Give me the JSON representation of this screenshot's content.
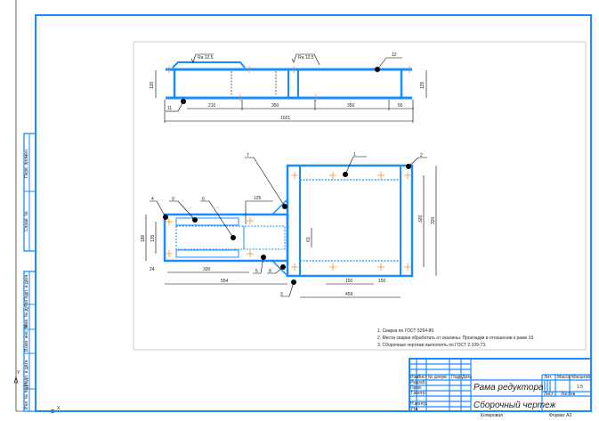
{
  "drawing": {
    "title": "Рама редуктора",
    "subtitle": "Сборочный чертеж",
    "sheet_label": "1:5",
    "notes": [
      "1. Сварка по ГОСТ 5264-80.",
      "2. Места сварки обработать от окалины. Прокладки в отношении к раме 10.",
      "3. Сборочные чертежи выполнять по ГОСТ 2.109-73."
    ],
    "top_view": {
      "roughness_1": "Ra 12.5",
      "roughness_2": "Ra 12.5",
      "dims": [
        "210",
        "350",
        "350",
        "55",
        "1021",
        "120",
        "125"
      ],
      "callouts": [
        "11",
        "12"
      ]
    },
    "plan_view": {
      "dims": [
        "125",
        "63",
        "330",
        "24",
        "554",
        "459",
        "150",
        "150",
        "320",
        "320",
        "180",
        "135"
      ],
      "callouts": [
        "1",
        "2",
        "3",
        "4",
        "5",
        "6",
        "7",
        "8",
        "9"
      ]
    },
    "title_block_headers": [
      "Изм.",
      "Лист",
      "№ докум.",
      "Подп.",
      "Дата",
      "Разраб.",
      "Пров.",
      "Т.контр.",
      "Н.контр.",
      "Утв.",
      "Лит.",
      "Масса",
      "Масштаб",
      "Лист",
      "Листов"
    ],
    "footer": [
      "Копировал",
      "Формат A3"
    ],
    "side_stamps": [
      "Перв. примен.",
      "Справ. №",
      "Подп. и дата",
      "Инв. № дубл.",
      "Взам. инв. №",
      "Подп. и дата",
      "Инв. № подл."
    ],
    "axis_labels": [
      "Y",
      "X"
    ]
  },
  "colors": {
    "line": "#1a8cff",
    "center": "#ff8c1a"
  }
}
